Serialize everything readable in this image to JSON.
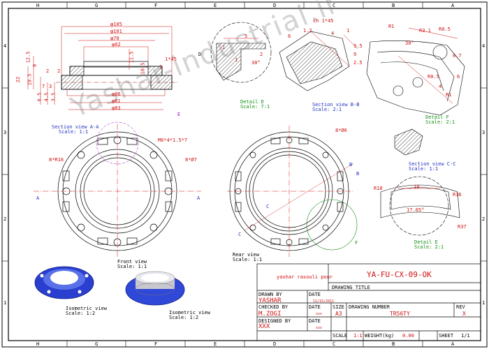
{
  "border_zones": {
    "columns": [
      "H",
      "G",
      "F",
      "E",
      "D",
      "C",
      "B",
      "A"
    ],
    "rows": [
      "4",
      "3",
      "2",
      "1"
    ]
  },
  "section_aa": {
    "title": "Section view A-A",
    "scale": "Scale: 1:1",
    "dims": [
      "φ105",
      "φ101",
      "φ70",
      "φ62",
      "φ86",
      "φ81",
      "φ83",
      "1*45",
      "11.5",
      "10.5",
      "12.5",
      "22",
      "19.5",
      "9",
      "6.5",
      "4.5",
      "3.5",
      "7",
      "3",
      "1",
      "2",
      "2"
    ],
    "callout_d": "D"
  },
  "detail_d": {
    "title": "Detail D",
    "scale": "Scale: 7:1",
    "dims": [
      "5",
      "1",
      "2",
      "1",
      "30°"
    ]
  },
  "section_bb": {
    "title": "Section view B-B",
    "scale": "Scale: 2:1",
    "dims": [
      "ch 1*45",
      "6",
      "1.2",
      "4",
      "1",
      "9.5",
      "9",
      "2.5"
    ]
  },
  "detail_f": {
    "title": "Detail F",
    "scale": "Scale: 2:1",
    "dims": [
      "R1",
      "30°",
      "R3.1",
      "R0.5",
      "6.7",
      "6",
      "R1",
      "4",
      "R0.5"
    ]
  },
  "section_cc": {
    "title": "Section view C-C",
    "scale": "Scale: 1:1"
  },
  "detail_e": {
    "title": "Detail E",
    "scale": "Scale: 2:1",
    "dims": [
      "R18",
      "R16",
      "R37",
      "17.05°",
      "10"
    ]
  },
  "front_view": {
    "title": "Front view",
    "scale": "Scale: 1:1",
    "dims": [
      "M6*4*1.5*7",
      "8*R16",
      "8*Ø7"
    ],
    "callouts": [
      "E",
      "A",
      "A",
      "B"
    ]
  },
  "rear_view": {
    "title": "Rear view",
    "scale": "Scale: 1:1",
    "dims": [
      "8*Ø6"
    ],
    "callouts": [
      "C",
      "C",
      "B",
      "F"
    ]
  },
  "iso1": {
    "title": "Isometric view",
    "scale": "Scale: 1:2"
  },
  "iso2": {
    "title": "Isometric view",
    "scale": "Scale: 1:2"
  },
  "watermark": "Yashar-industrial.ir",
  "title_block": {
    "company": "yashar rasouli pour",
    "drawing_no_big": "YA-FU-CX-09-OK",
    "drawn_by_label": "DRAWN BY",
    "drawn_by": "YASHAR",
    "date_label": "DATE",
    "date_value": "11/15/2011",
    "drawing_title_label": "DRAWING TITLE",
    "checked_by_label": "CHECKED BY",
    "checked_by": "M.ZOGI",
    "date2_label": "DATE",
    "date2_value": "xxx",
    "size_label": "SIZE",
    "size_value": "A3",
    "drawing_number_label": "DRAWING NUMBER",
    "drawing_number": "TR56TY",
    "rev_label": "REV",
    "rev_value": "X",
    "designed_by_label": "DESIGNED BY",
    "designed_by": "XXX",
    "date3_label": "DATE",
    "date3_value": "xxx",
    "scale_label": "SCALE",
    "scale_value": "1:1",
    "weight_label": "WEIGHT(kg)",
    "weight_value": "0.00",
    "sheet_label": "SHEET",
    "sheet_value": "1/1"
  }
}
